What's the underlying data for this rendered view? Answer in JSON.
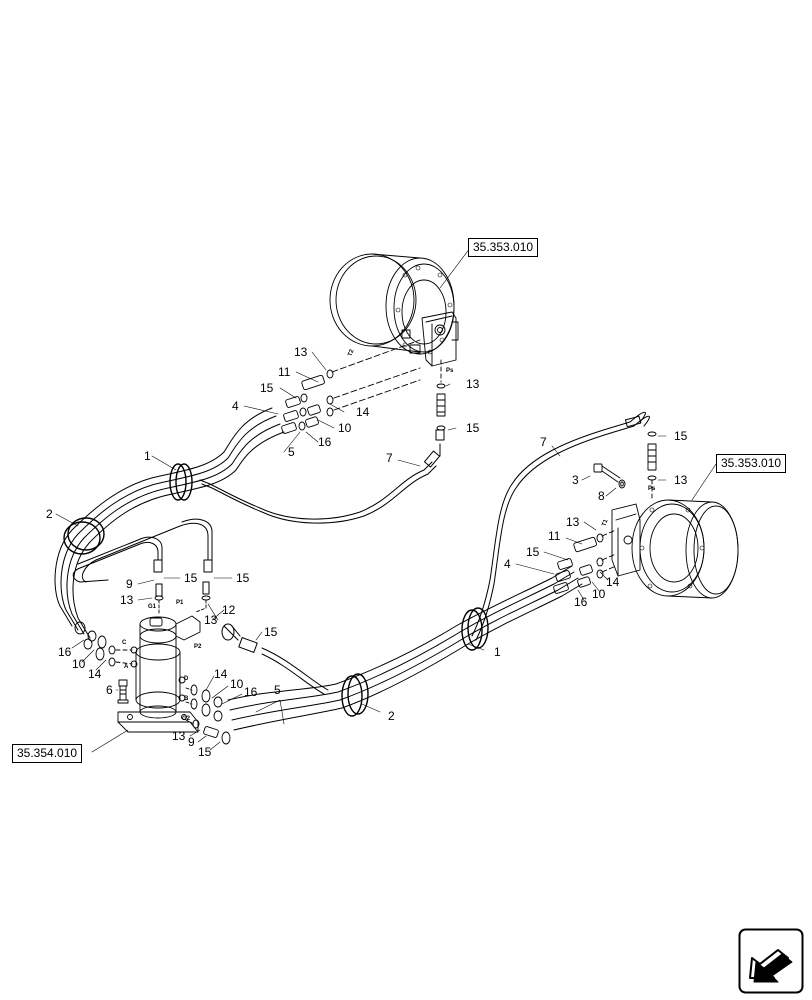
{
  "references": {
    "ref_top": "35.353.010",
    "ref_right": "35.353.010",
    "ref_bottom_left": "35.354.010"
  },
  "callouts": {
    "tm_13a": "13",
    "tm_11": "11",
    "tm_15a": "15",
    "tm_4": "4",
    "tm_14": "14",
    "tm_10": "10",
    "tm_16": "16",
    "tm_5": "5",
    "tm_13ps": "13",
    "tm_15ps": "15",
    "tm_7": "7",
    "l_1": "1",
    "l_2": "2",
    "sj_9": "9",
    "sj_15a": "15",
    "sj_15b": "15",
    "sj_13a": "13",
    "sj_13b": "13",
    "sj_12": "12",
    "sj_15c": "15",
    "sj_16": "16",
    "sj_10": "10",
    "sj_14": "14",
    "sj_6": "6",
    "sj_14b": "14",
    "sj_10b": "10",
    "sj_16b": "16",
    "sj_5": "5",
    "sj_13c": "13",
    "sj_9b": "9",
    "sj_15d": "15",
    "m_2": "2",
    "m_1": "1",
    "rm_7": "7",
    "rm_15a": "15",
    "rm_3": "3",
    "rm_13a": "13",
    "rm_8": "8",
    "rm_13b": "13",
    "rm_11": "11",
    "rm_15b": "15",
    "rm_4": "4",
    "rm_14": "14",
    "rm_16": "16",
    "rm_10": "10"
  },
  "ports": {
    "t2": "T2",
    "ps_top": "Ps",
    "t1": "T1",
    "ps_right": "Ps",
    "g1": "G1",
    "p1": "P1",
    "p2": "P2",
    "c": "C",
    "a": "A",
    "d": "D",
    "b": "B",
    "g2": "G2"
  },
  "icons": {
    "nav": "page-nav-arrow-icon"
  }
}
